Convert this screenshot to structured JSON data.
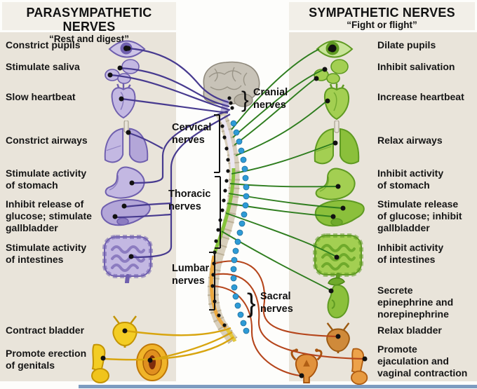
{
  "diagram": {
    "left_panel": {
      "title": "PARASYMPATHETIC NERVES",
      "subtitle": "“Rest and digest”",
      "labels": [
        "Constrict pupils",
        "Stimulate saliva",
        "Slow heartbeat",
        "Constrict airways",
        "Stimulate activity\nof stomach",
        "Inhibit release of\nglucose; stimulate\ngallbladder",
        "Stimulate activity\nof intestines",
        "Contract bladder",
        "Promote erection\nof genitals"
      ]
    },
    "right_panel": {
      "title": "SYMPATHETIC NERVES",
      "subtitle": "“Fight or flight”",
      "labels": [
        "Dilate pupils",
        "Inhibit salivation",
        "Increase heartbeat",
        "Relax airways",
        "Inhibit activity\nof stomach",
        "Stimulate release\nof glucose; inhibit\ngallbladder",
        "Inhibit activity\nof intestines",
        "Secrete\nepinephrine and\nnorepinephrine",
        "Relax bladder",
        "Promote\nejaculation and\nvaginal contraction"
      ]
    },
    "spine_labels": {
      "cranial": "Cranial\nnerves",
      "cervical": "Cervical\nnerves",
      "thoracic": "Thoracic\nnerves",
      "lumbar": "Lumbar\nnerves",
      "sacral": "Sacral\nnerves"
    },
    "braces": {
      "cranial": "}",
      "sacral": "}"
    },
    "organs_left": [
      "eye",
      "salivary glands",
      "heart",
      "lungs",
      "stomach",
      "liver",
      "intestines",
      "bladder",
      "penis",
      "vulva"
    ],
    "organs_right": [
      "eye",
      "salivary glands",
      "heart",
      "lungs",
      "stomach",
      "liver",
      "intestines",
      "adrenal gland and kidney",
      "bladder",
      "uterus",
      "penis"
    ],
    "colors": {
      "parasympathetic_line": "#473a8f",
      "sympathetic_line": "#2e7d1e",
      "sacral_line": "#d8a50f",
      "lumbar_sympathetic_line": "#b5451b",
      "ganglia_chain_blue": "#2e9bd6",
      "panel_bg": "#e9e4da",
      "header_bg": "#f2efe8"
    }
  }
}
